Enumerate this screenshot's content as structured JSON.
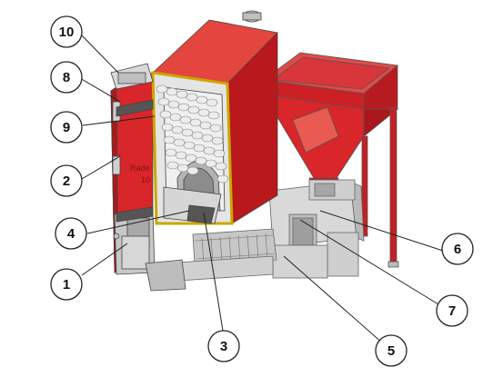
{
  "brand_text": "Rade",
  "model_text": "10",
  "colors": {
    "boiler_red": "#d8262a",
    "boiler_dark_red": "#a81a1c",
    "hopper_red": "#e0292b",
    "metal_grey": "#c9c9c9",
    "outline": "#444444"
  },
  "callouts": [
    {
      "id": "c1",
      "label": "1"
    },
    {
      "id": "c2",
      "label": "2"
    },
    {
      "id": "c3",
      "label": "3"
    },
    {
      "id": "c4",
      "label": "4"
    },
    {
      "id": "c5",
      "label": "5"
    },
    {
      "id": "c6",
      "label": "6"
    },
    {
      "id": "c7",
      "label": "7"
    },
    {
      "id": "c8",
      "label": "8"
    },
    {
      "id": "c9",
      "label": "9"
    },
    {
      "id": "c10",
      "label": "10"
    }
  ]
}
